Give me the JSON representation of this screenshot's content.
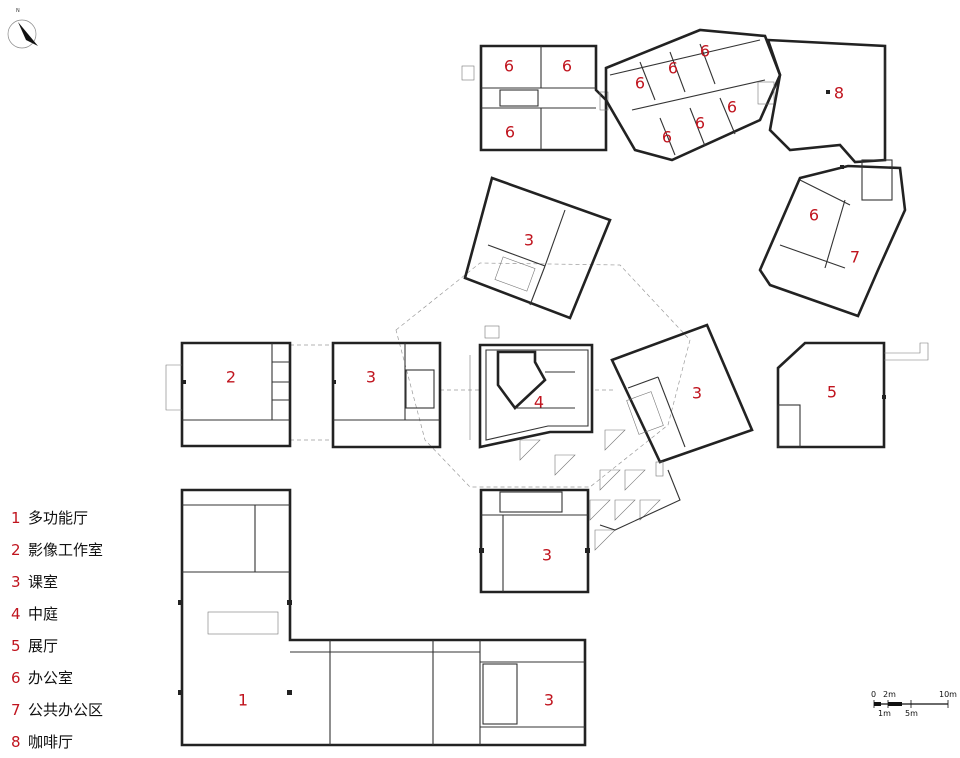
{
  "room_labels": {
    "r1": "1",
    "r2": "2",
    "r3a": "3",
    "r3b": "3",
    "r3c": "3",
    "r3d": "3",
    "r3e": "3",
    "r4": "4",
    "r5": "5",
    "r6a": "6",
    "r6b": "6",
    "r6c": "6",
    "r6d": "6",
    "r6e": "6",
    "r6f": "6",
    "r6g": "6",
    "r6h": "6",
    "r6i": "6",
    "r6j": "6",
    "r7": "7",
    "r8": "8"
  },
  "legend": [
    {
      "num": "1",
      "label": "多功能厅"
    },
    {
      "num": "2",
      "label": "影像工作室"
    },
    {
      "num": "3",
      "label": "课室"
    },
    {
      "num": "4",
      "label": "中庭"
    },
    {
      "num": "5",
      "label": "展厅"
    },
    {
      "num": "6",
      "label": "办公室"
    },
    {
      "num": "7",
      "label": "公共办公区"
    },
    {
      "num": "8",
      "label": "咖啡厅"
    }
  ],
  "scale_bar": {
    "top_ticks": [
      "0",
      "2m",
      "10m"
    ],
    "bottom_ticks": [
      "1m",
      "5m"
    ]
  },
  "north_arrow": {
    "letter": "N"
  },
  "colors": {
    "room_label": "#c0141e",
    "walls": "#222222"
  }
}
